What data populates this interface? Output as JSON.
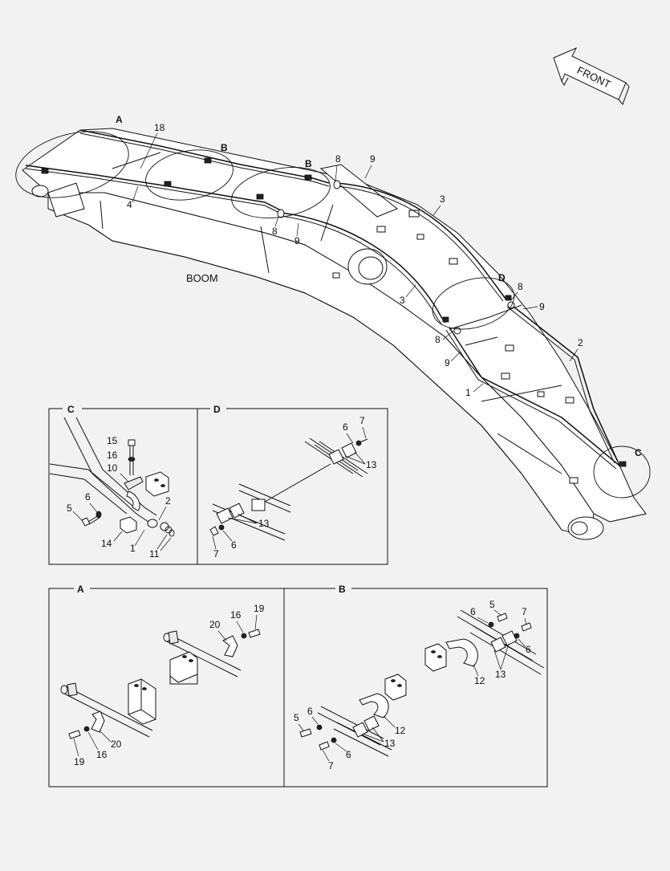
{
  "labels": {
    "front": "FRONT",
    "boom": "BOOM",
    "detail_a": "A",
    "detail_b": "B",
    "detail_c": "C",
    "detail_d": "D"
  },
  "callouts": {
    "n1": "1",
    "n2": "2",
    "n3": "3",
    "n4": "4",
    "n5": "5",
    "n6": "6",
    "n7": "7",
    "n8": "8",
    "n9": "9",
    "n10": "10",
    "n11": "11",
    "n12": "12",
    "n13": "13",
    "n14": "14",
    "n15": "15",
    "n16": "16",
    "n18": "18",
    "n19": "19",
    "n20": "20"
  }
}
